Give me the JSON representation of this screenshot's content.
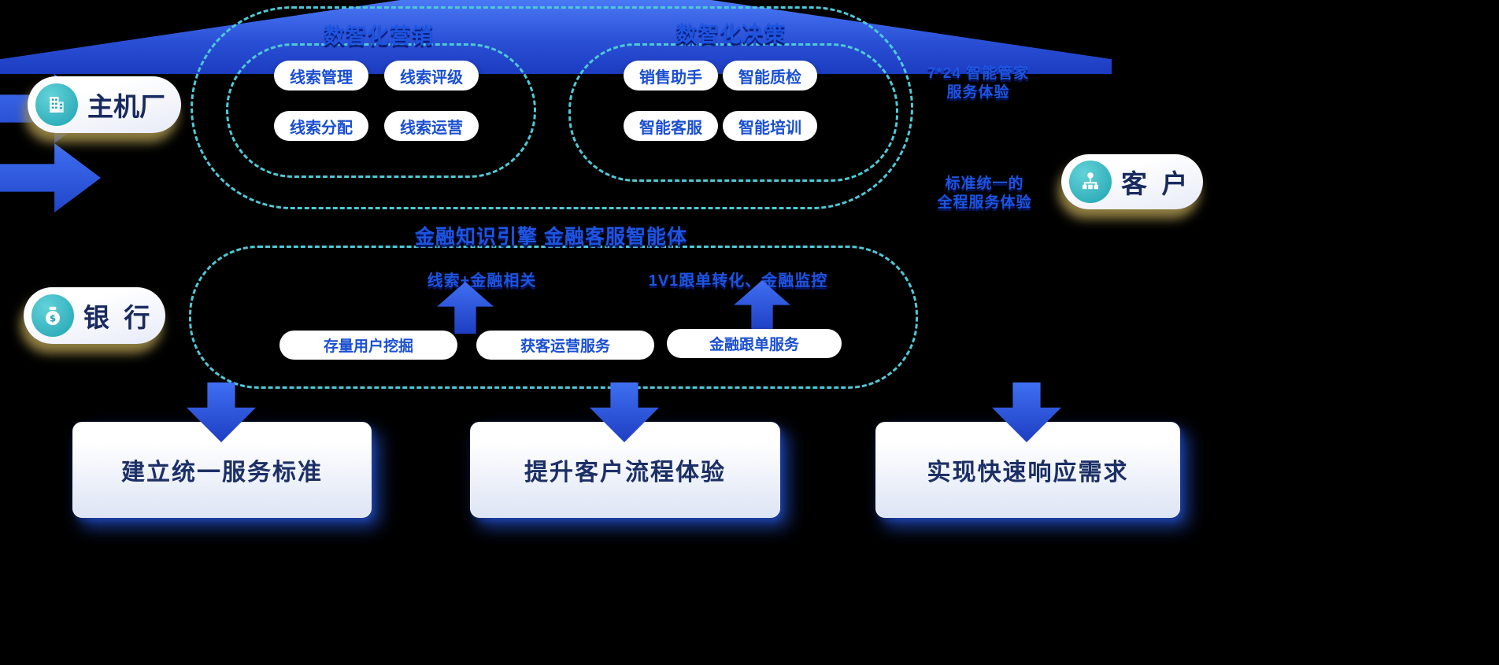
{
  "actors": {
    "oem": {
      "label": "主机厂",
      "icon": "building-icon"
    },
    "bank": {
      "label": "银  行",
      "icon": "money-bag-icon"
    },
    "customer": {
      "label": "客  户",
      "icon": "org-icon"
    }
  },
  "top_group": {
    "marketing": {
      "title": "数智化营销",
      "items": [
        "线索管理",
        "线索评级",
        "线索分配",
        "线索运营"
      ]
    },
    "decision": {
      "title": "数智化决策",
      "items": [
        "销售助手",
        "智能质检",
        "智能客服",
        "智能培训"
      ]
    }
  },
  "middle": {
    "engine_label": "金融知识引擎  金融客服智能体",
    "flow_left": "线索+金融相关",
    "flow_right": "1V1跟单转化、金融监控",
    "service_pills": [
      "存量用户挖掘",
      "获客运营服务",
      "金融跟单服务"
    ]
  },
  "right_flows": [
    {
      "line1": "7*24 智能管家",
      "line2": "服务体验"
    },
    {
      "line1": "标准统一的",
      "line2": "全程服务体验"
    }
  ],
  "bottom_cards": [
    "建立统一服务标准",
    "提升客户流程体验",
    "实现快速响应需求"
  ],
  "colors": {
    "background": "#000000",
    "dashed_border": "#4fc9d6",
    "arrow_blue": "#2e5ae0",
    "pill_text_blue": "#1a4fd0",
    "heading_blue": "#1d55e0",
    "actor_text": "#182a5e",
    "icon_teal": "#1fa3b2",
    "actor_shadow_tan": "#a28e4a"
  }
}
